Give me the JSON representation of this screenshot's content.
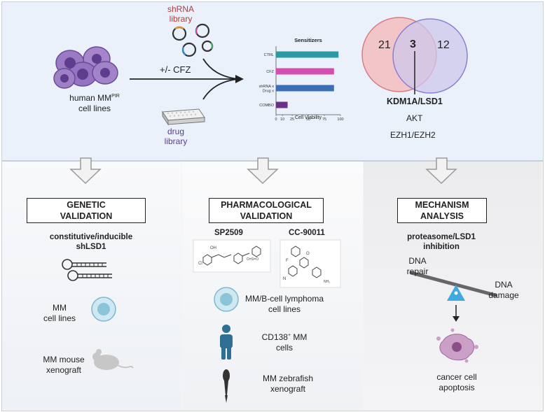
{
  "top": {
    "shrna_library": [
      "shRNA",
      "library"
    ],
    "cell_line_label": "human MM",
    "cell_line_sup": "PIR",
    "cell_line_label2": "cell lines",
    "cfz_label": "+/- CFZ",
    "drug_library": [
      "drug",
      "library"
    ]
  },
  "chart_data": {
    "type": "bar",
    "orientation": "horizontal",
    "title": "Sensitizers",
    "xlabel": "Cell Viability",
    "categories": [
      "CTRL",
      "CFZ",
      "shRNA x Drug x",
      "COMBO"
    ],
    "category_lines": [
      [
        "CTRL"
      ],
      [
        "CFZ"
      ],
      [
        "shRNA x",
        "Drug x"
      ],
      [
        "COMBO"
      ]
    ],
    "values": [
      97,
      90,
      90,
      18
    ],
    "colors": [
      "#2a9aa4",
      "#d24fb0",
      "#3a6fb5",
      "#6a2f86"
    ],
    "xticks": [
      0,
      10,
      25,
      50,
      75,
      100
    ],
    "xlim": [
      0,
      100
    ]
  },
  "venn": {
    "left_count": "21",
    "overlap_count": "3",
    "right_count": "12",
    "left_color": "#f3c0c2",
    "right_color": "#cdc7ec",
    "genes": [
      "KDM1A/LSD1",
      "AKT",
      "EZH1/EZH2"
    ]
  },
  "genetic": {
    "title": [
      "GENETIC",
      "VALIDATION"
    ],
    "subtitle": [
      "constitutive/inducible",
      "shLSD1"
    ],
    "items": [
      [
        "MM",
        "cell lines"
      ],
      [
        "MM mouse",
        "xenograft"
      ]
    ]
  },
  "pharma": {
    "title": [
      "PHARMACOLOGICAL",
      "VALIDATION"
    ],
    "drug1": "SP2509",
    "drug2": "CC-90011",
    "items": [
      [
        "MM/B-cell lymphoma",
        "cell lines"
      ],
      [
        "CD138",
        "+",
        " MM",
        "cells"
      ],
      [
        "MM zebrafish",
        "xenograft"
      ]
    ]
  },
  "mechanism": {
    "title": [
      "MECHANISM",
      "ANALYSIS"
    ],
    "subtitle": [
      "proteasome/LSD1",
      "inhibition"
    ],
    "dna_repair": [
      "DNA",
      "repair"
    ],
    "dna_damage": [
      "DNA",
      "damage"
    ],
    "outcome": [
      "cancer cell",
      "apoptosis"
    ]
  }
}
